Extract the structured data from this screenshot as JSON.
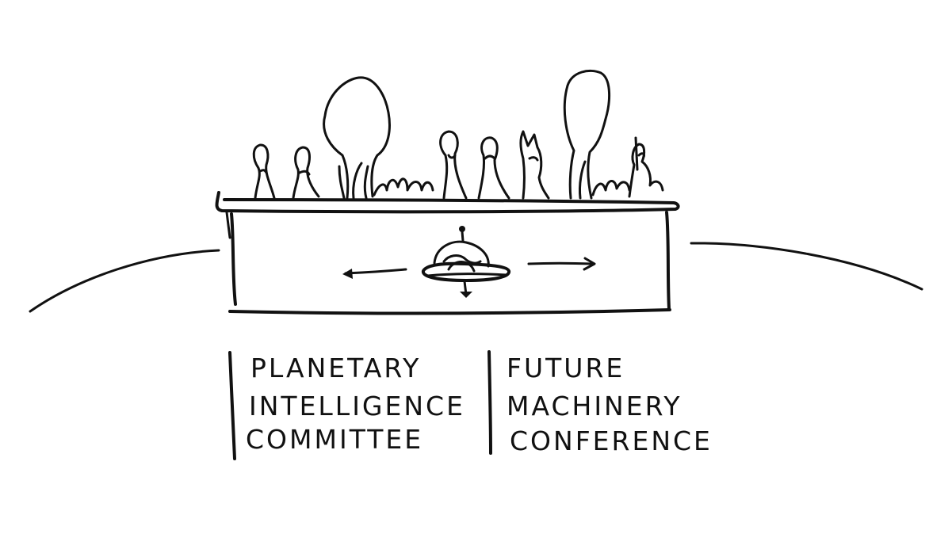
{
  "labels": {
    "left": {
      "line1": "PLANETARY",
      "line2": "INTELLIGENCE",
      "line3": "COMMITTEE"
    },
    "right": {
      "line1": "FUTURE",
      "line2": "MACHINERY",
      "line3": "CONFERENCE"
    }
  },
  "colors": {
    "ink": "#111111",
    "paper": "#ffffff"
  }
}
